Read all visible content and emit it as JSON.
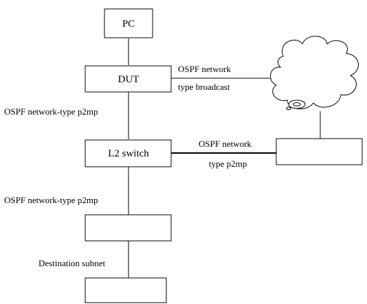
{
  "diagram": {
    "nodes": {
      "pc": "PC",
      "dut": "DUT",
      "l2_switch": "L2 switch",
      "router_mid": "",
      "router_bottom": "",
      "router_right": ""
    },
    "labels": {
      "dut_to_cloud_line1": "OSPF network",
      "dut_to_cloud_line2": "type broadcast",
      "dut_to_switch": "OSPF network-type p2mp",
      "switch_to_right_line1": "OSPF network",
      "switch_to_right_line2": "type p2mp",
      "switch_to_router": "OSPF network-type p2mp",
      "router_to_bottom": "Destination subnet"
    },
    "cloud": "network cloud",
    "colors": {
      "stroke": "#000000",
      "fill": "#ffffff"
    }
  }
}
